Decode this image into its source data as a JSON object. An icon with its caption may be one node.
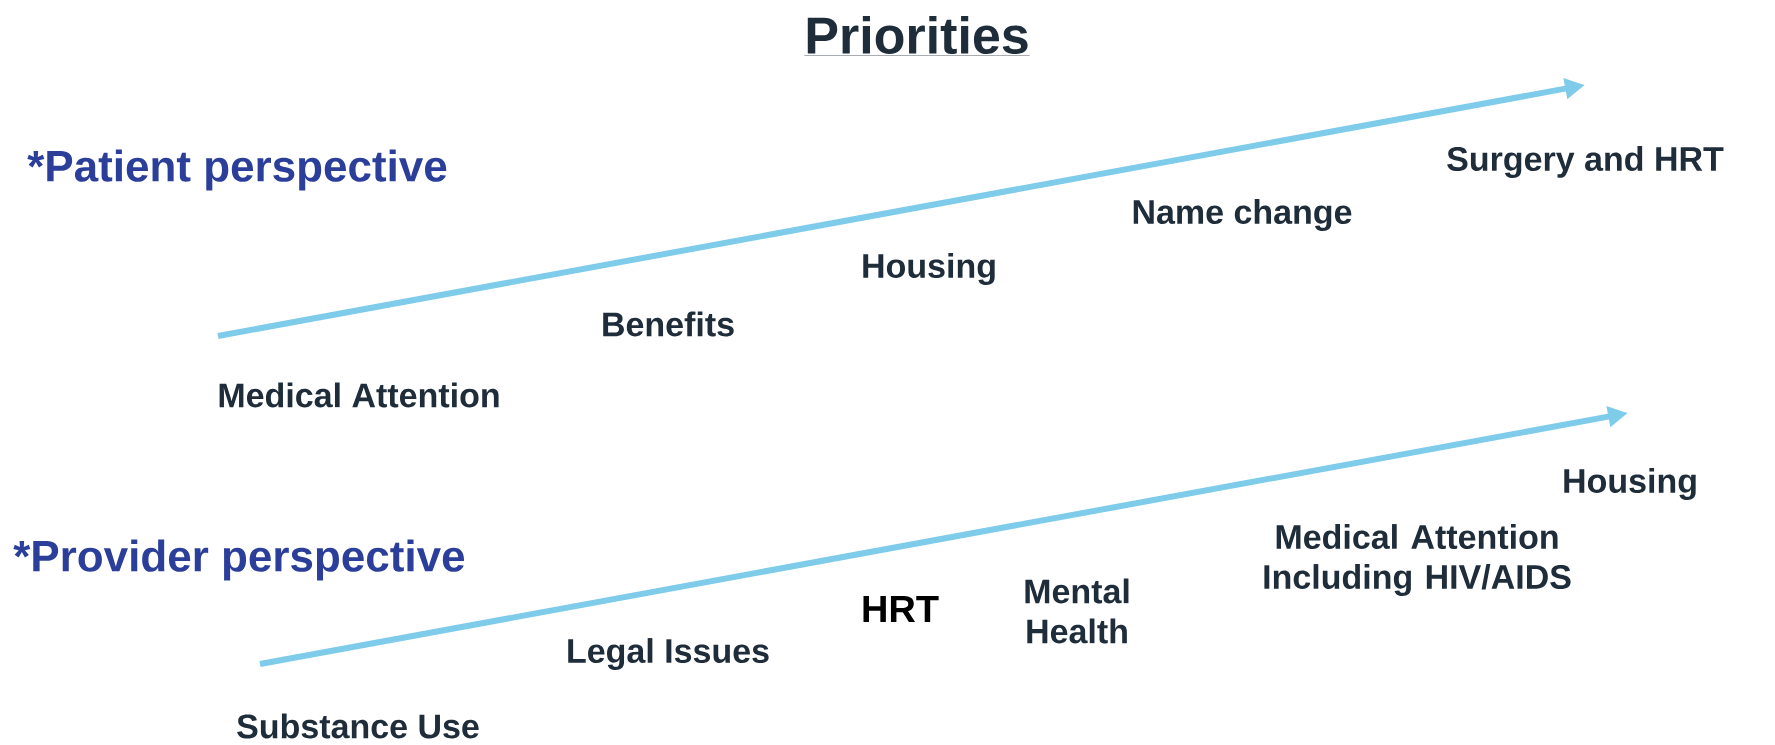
{
  "diagram": {
    "title": "Priorities",
    "labels": [
      "*Patient perspective",
      "Surgery and HRT",
      "Name change",
      "Housing",
      "Benefits",
      "Medical Attention",
      "Housing",
      "Medical Attention Including HIV/AIDS",
      "*Provider perspective",
      "Mental Health",
      "HRT",
      "Legal Issues",
      "Substance Use"
    ]
  }
}
